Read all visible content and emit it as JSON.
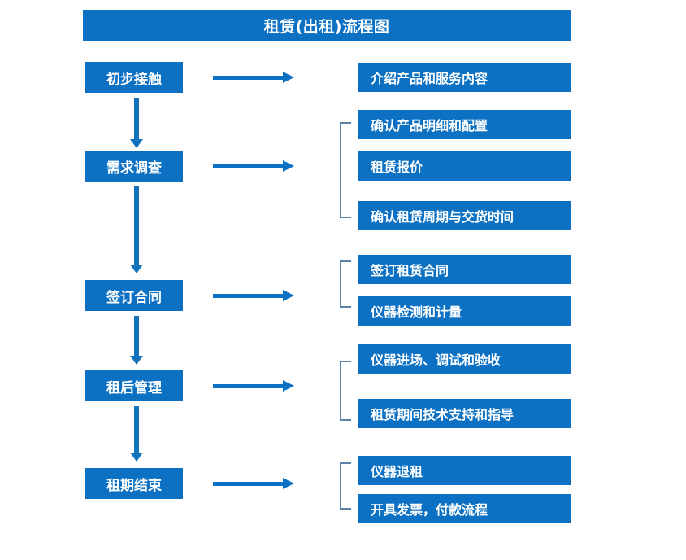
{
  "title": {
    "text": "租赁(出租)流程图"
  },
  "colors": {
    "box_blue": "#0C71C3",
    "arrow_blue": "#1273BC",
    "bracket_blue": "#5B84AD",
    "box_text": "#FFFFFF",
    "background": "#FFFFFF"
  },
  "stages": [
    {
      "label": "初步接触"
    },
    {
      "label": "需求调查"
    },
    {
      "label": "签订合同"
    },
    {
      "label": "租后管理"
    },
    {
      "label": "租期结束"
    }
  ],
  "detail_groups": [
    {
      "stage": "初步接触",
      "bracketed": false,
      "items": [
        {
          "label": "介绍产品和服务内容"
        }
      ]
    },
    {
      "stage": "需求调查",
      "bracketed": true,
      "items": [
        {
          "label": "确认产品明细和配置"
        },
        {
          "label": "租赁报价"
        },
        {
          "label": "确认租赁周期与交货时间"
        }
      ]
    },
    {
      "stage": "签订合同",
      "bracketed": true,
      "items": [
        {
          "label": "签订租赁合同"
        },
        {
          "label": "仪器检测和计量"
        }
      ]
    },
    {
      "stage": "租后管理",
      "bracketed": true,
      "items": [
        {
          "label": "仪器进场、调试和验收"
        },
        {
          "label": "租赁期间技术支持和指导"
        }
      ]
    },
    {
      "stage": "租期结束",
      "bracketed": true,
      "items": [
        {
          "label": "仪器退租"
        },
        {
          "label": "开具发票，付款流程"
        }
      ]
    }
  ]
}
